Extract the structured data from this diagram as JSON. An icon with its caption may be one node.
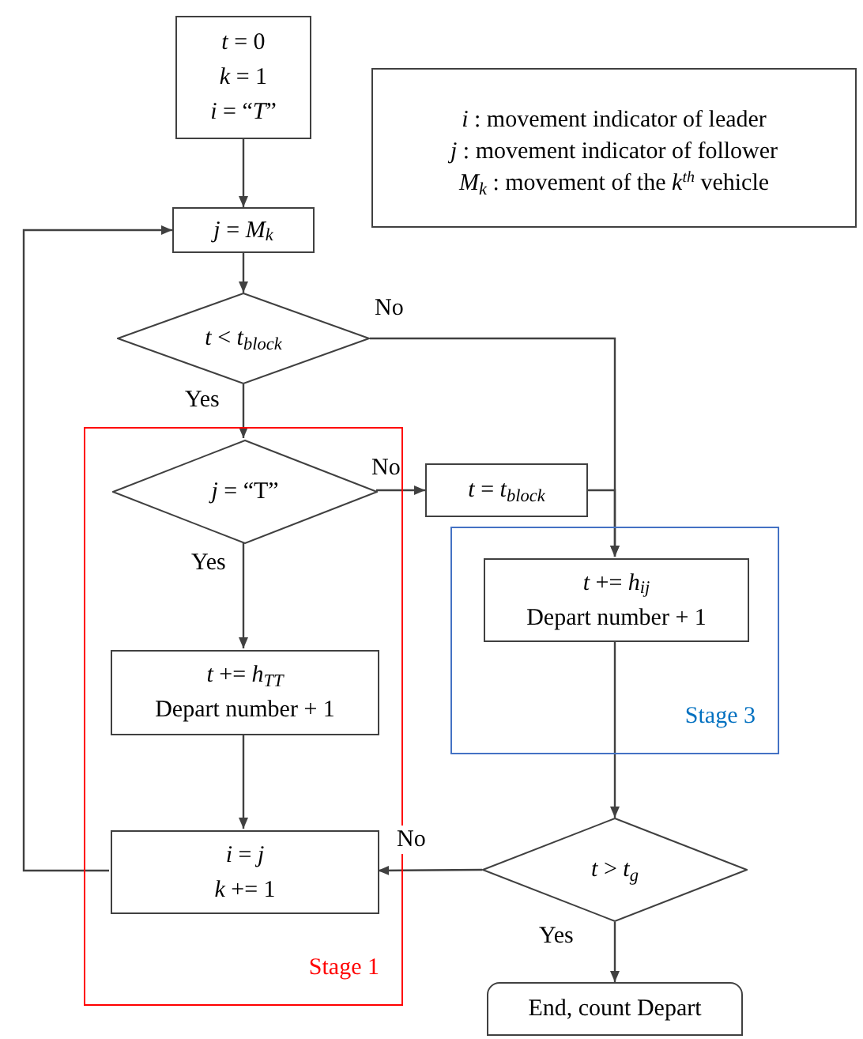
{
  "diagram": {
    "nodes": [
      {
        "text": [
          "*t* = 0",
          "*k* = 1",
          "*i* = “*T*”"
        ]
      },
      {
        "text": [
          "*i* : movement indicator of leader",
          "*j* : movement indicator of follower",
          "*M*$_{k}$ : movement of the *k*$^{th}$ vehicle"
        ]
      },
      {
        "text": [
          "*j* = *M*$_{k}$"
        ]
      },
      {
        "text": [
          "*t* < *t*$_{block}$"
        ]
      },
      {
        "text": [
          "Stage 1"
        ]
      },
      {
        "text": [
          "*j* = “T”"
        ],
        "in": 4
      },
      {
        "text": [
          "*t* = *t*$_{block}$"
        ]
      },
      {
        "text": [
          "Stage 3"
        ]
      },
      {
        "text": [
          "*t* += *h*$_{ij}$",
          "Depart number + 1"
        ],
        "in": 7
      },
      {
        "text": [
          "*t* += *h*$_{TT}$",
          "Depart number + 1"
        ],
        "in": 4
      },
      {
        "text": [
          "*i* = *j*",
          "*k* += 1"
        ],
        "in": 4
      },
      {
        "text": [
          "*t* > *t*$_{g}$"
        ]
      },
      {
        "text": [
          "End, count Depart"
        ]
      }
    ],
    "edges": [
      {
        "from": 0,
        "to": 2,
        "arrow": "to"
      },
      {
        "from": 2,
        "to": 3,
        "arrow": "to"
      },
      {
        "from": 3,
        "to": 8,
        "arrow": "to",
        "label": "No"
      },
      {
        "from": 3,
        "to": 5,
        "arrow": "to",
        "label": "Yes"
      },
      {
        "from": 5,
        "to": 6,
        "arrow": "to",
        "label": "No"
      },
      {
        "from": 6,
        "to": 8,
        "arrow": "to"
      },
      {
        "from": 5,
        "to": 9,
        "arrow": "to",
        "label": "Yes"
      },
      {
        "from": 9,
        "to": 10,
        "arrow": "to"
      },
      {
        "from": 8,
        "to": 11,
        "arrow": "to"
      },
      {
        "from": 11,
        "to": 10,
        "arrow": "to",
        "label": "No"
      },
      {
        "from": 11,
        "to": 12,
        "arrow": "to",
        "label": "Yes"
      },
      {
        "from": 10,
        "to": 2,
        "arrow": "to"
      }
    ]
  }
}
